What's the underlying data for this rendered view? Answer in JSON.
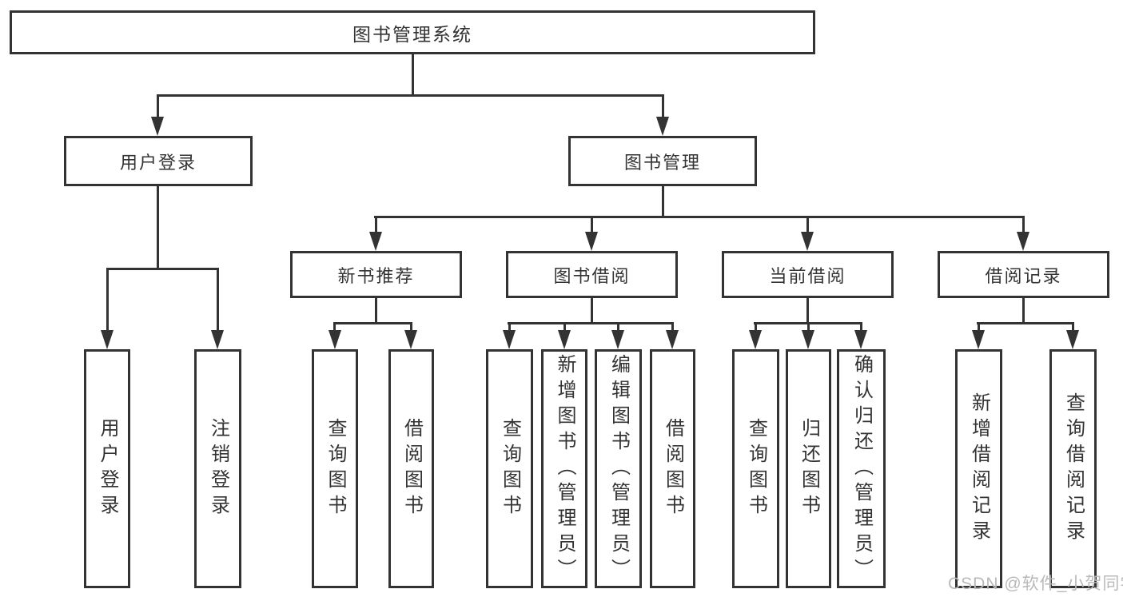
{
  "colors": {
    "line": "#333333",
    "text": "#333333",
    "background": "#ffffff",
    "watermark": "#b9b9b9"
  },
  "tree": {
    "root": {
      "label": "图书管理系统",
      "children": [
        {
          "label": "用户登录",
          "children": [
            {
              "label": "用户登录"
            },
            {
              "label": "注销登录"
            }
          ]
        },
        {
          "label": "图书管理",
          "children": [
            {
              "label": "新书推荐",
              "children": [
                {
                  "label": "查询图书"
                },
                {
                  "label": "借阅图书"
                }
              ]
            },
            {
              "label": "图书借阅",
              "children": [
                {
                  "label": "查询图书"
                },
                {
                  "label": "新增图书（管理员）"
                },
                {
                  "label": "编辑图书（管理员）"
                },
                {
                  "label": "借阅图书"
                }
              ]
            },
            {
              "label": "当前借阅",
              "children": [
                {
                  "label": "查询图书"
                },
                {
                  "label": "归还图书"
                },
                {
                  "label": "确认归还（管理员）"
                }
              ]
            },
            {
              "label": "借阅记录",
              "children": [
                {
                  "label": "新增借阅记录"
                },
                {
                  "label": "查询借阅记录"
                }
              ]
            }
          ]
        }
      ]
    }
  },
  "watermark": {
    "text": "CSDN @软件_小贺同学"
  }
}
